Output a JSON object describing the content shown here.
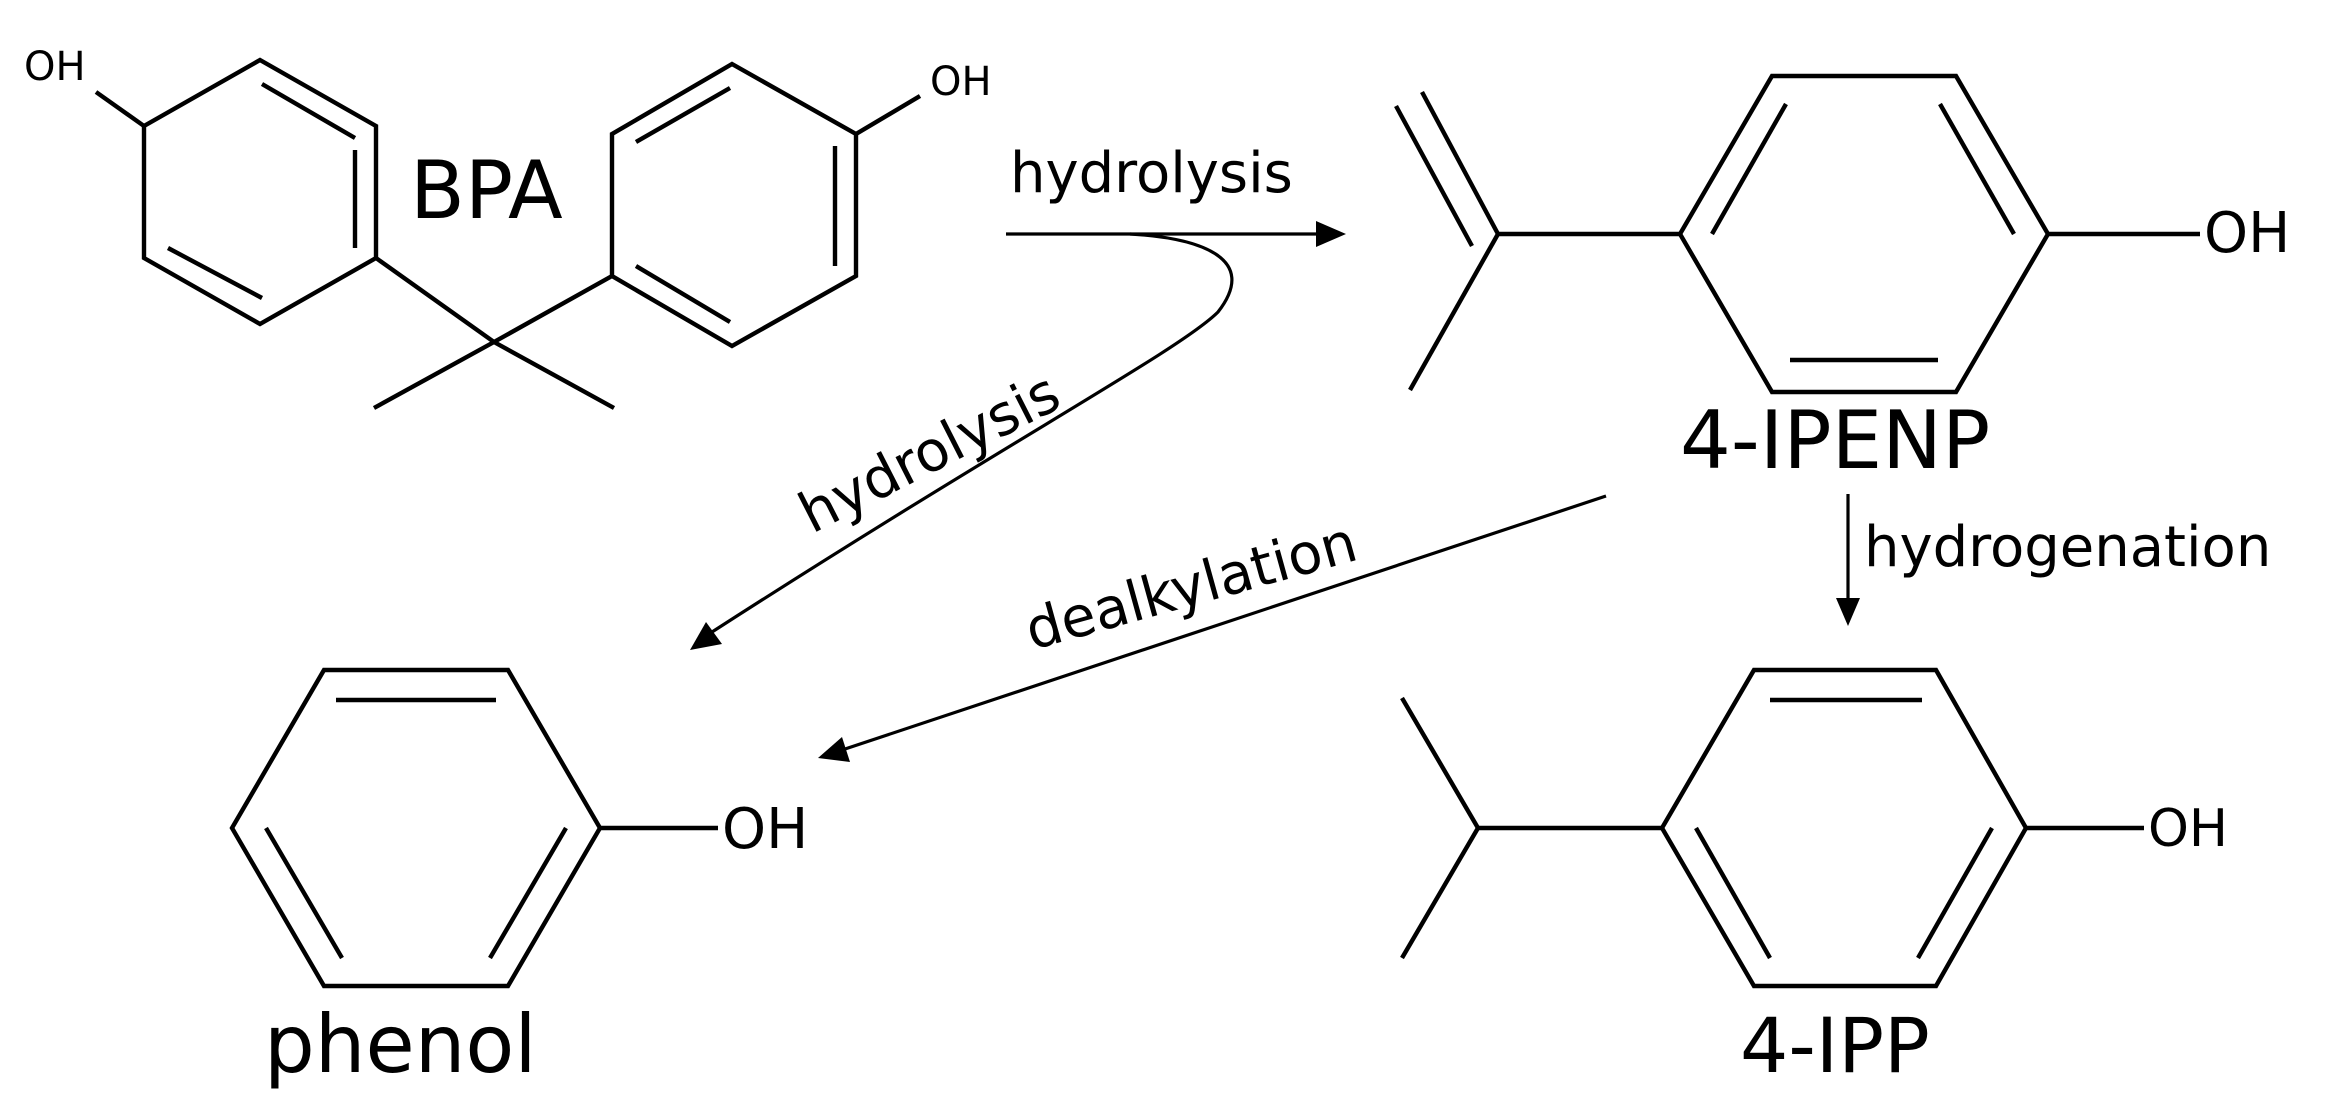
{
  "compounds": {
    "bpa": {
      "name": "BPA",
      "oh_left": "OH",
      "oh_right": "OH"
    },
    "ipenp": {
      "name": "4-IPENP",
      "oh": "OH"
    },
    "phenol": {
      "name": "phenol",
      "oh": "OH"
    },
    "ipp": {
      "name": "4-IPP",
      "oh": "OH"
    }
  },
  "reactions": {
    "bpa_to_ipenp": "hydrolysis",
    "bpa_to_phenol": "hydrolysis",
    "ipenp_to_phenol": "dealkylation",
    "ipenp_to_ipp": "hydrogenation"
  }
}
